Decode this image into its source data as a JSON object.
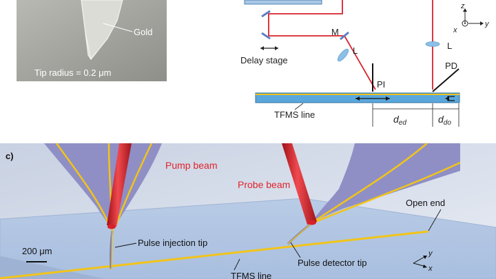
{
  "panel_a": {
    "gold_label": "Gold",
    "tip_radius_label": "Tip radius = 0.2 μm"
  },
  "panel_b": {
    "delay_stage_label": "Delay stage",
    "mirror_label": "M",
    "lens_left_label": "L",
    "lens_right_label": "L",
    "pi_label": "PI",
    "pd_label": "PD",
    "tfms_label": "TFMS line",
    "d_ed_label": "d",
    "d_ed_sub": "ed",
    "d_do_label": "d",
    "d_do_sub": "do",
    "axis_z": "z",
    "axis_x": "x",
    "axis_y": "y"
  },
  "panel_c": {
    "panel_label": "c)",
    "pump_beam_label": "Pump beam",
    "probe_beam_label": "Probe beam",
    "open_end_label": "Open end",
    "scale_label": "200 μm",
    "pulse_injection_label": "Pulse injection tip",
    "pulse_detector_label": "Pulse detector tip",
    "tfms_label": "TFMS line",
    "axis_y": "y",
    "axis_x": "x"
  },
  "colors": {
    "beam_red": "#d8202a",
    "gold_yellow": "#f2c418",
    "tip_purple": "#8f8fc6",
    "tfms_blue": "#5aa7db",
    "label_red": "#e0232b"
  }
}
